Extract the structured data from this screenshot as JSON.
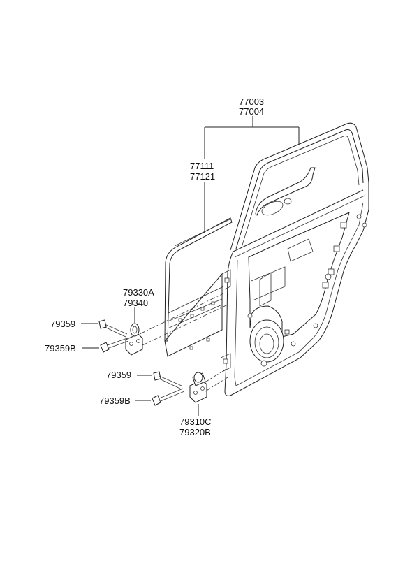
{
  "labels": {
    "door_assy_1": "77003",
    "door_assy_2": "77004",
    "panel_1": "77111",
    "panel_2": "77121",
    "upper_hinge_1": "79330A",
    "upper_hinge_2": "79340",
    "lower_hinge_1": "79310C",
    "lower_hinge_2": "79320B",
    "bolt_upper_a": "79359",
    "bolt_upper_b": "79359B",
    "bolt_lower_a": "79359",
    "bolt_lower_b": "79359B"
  }
}
